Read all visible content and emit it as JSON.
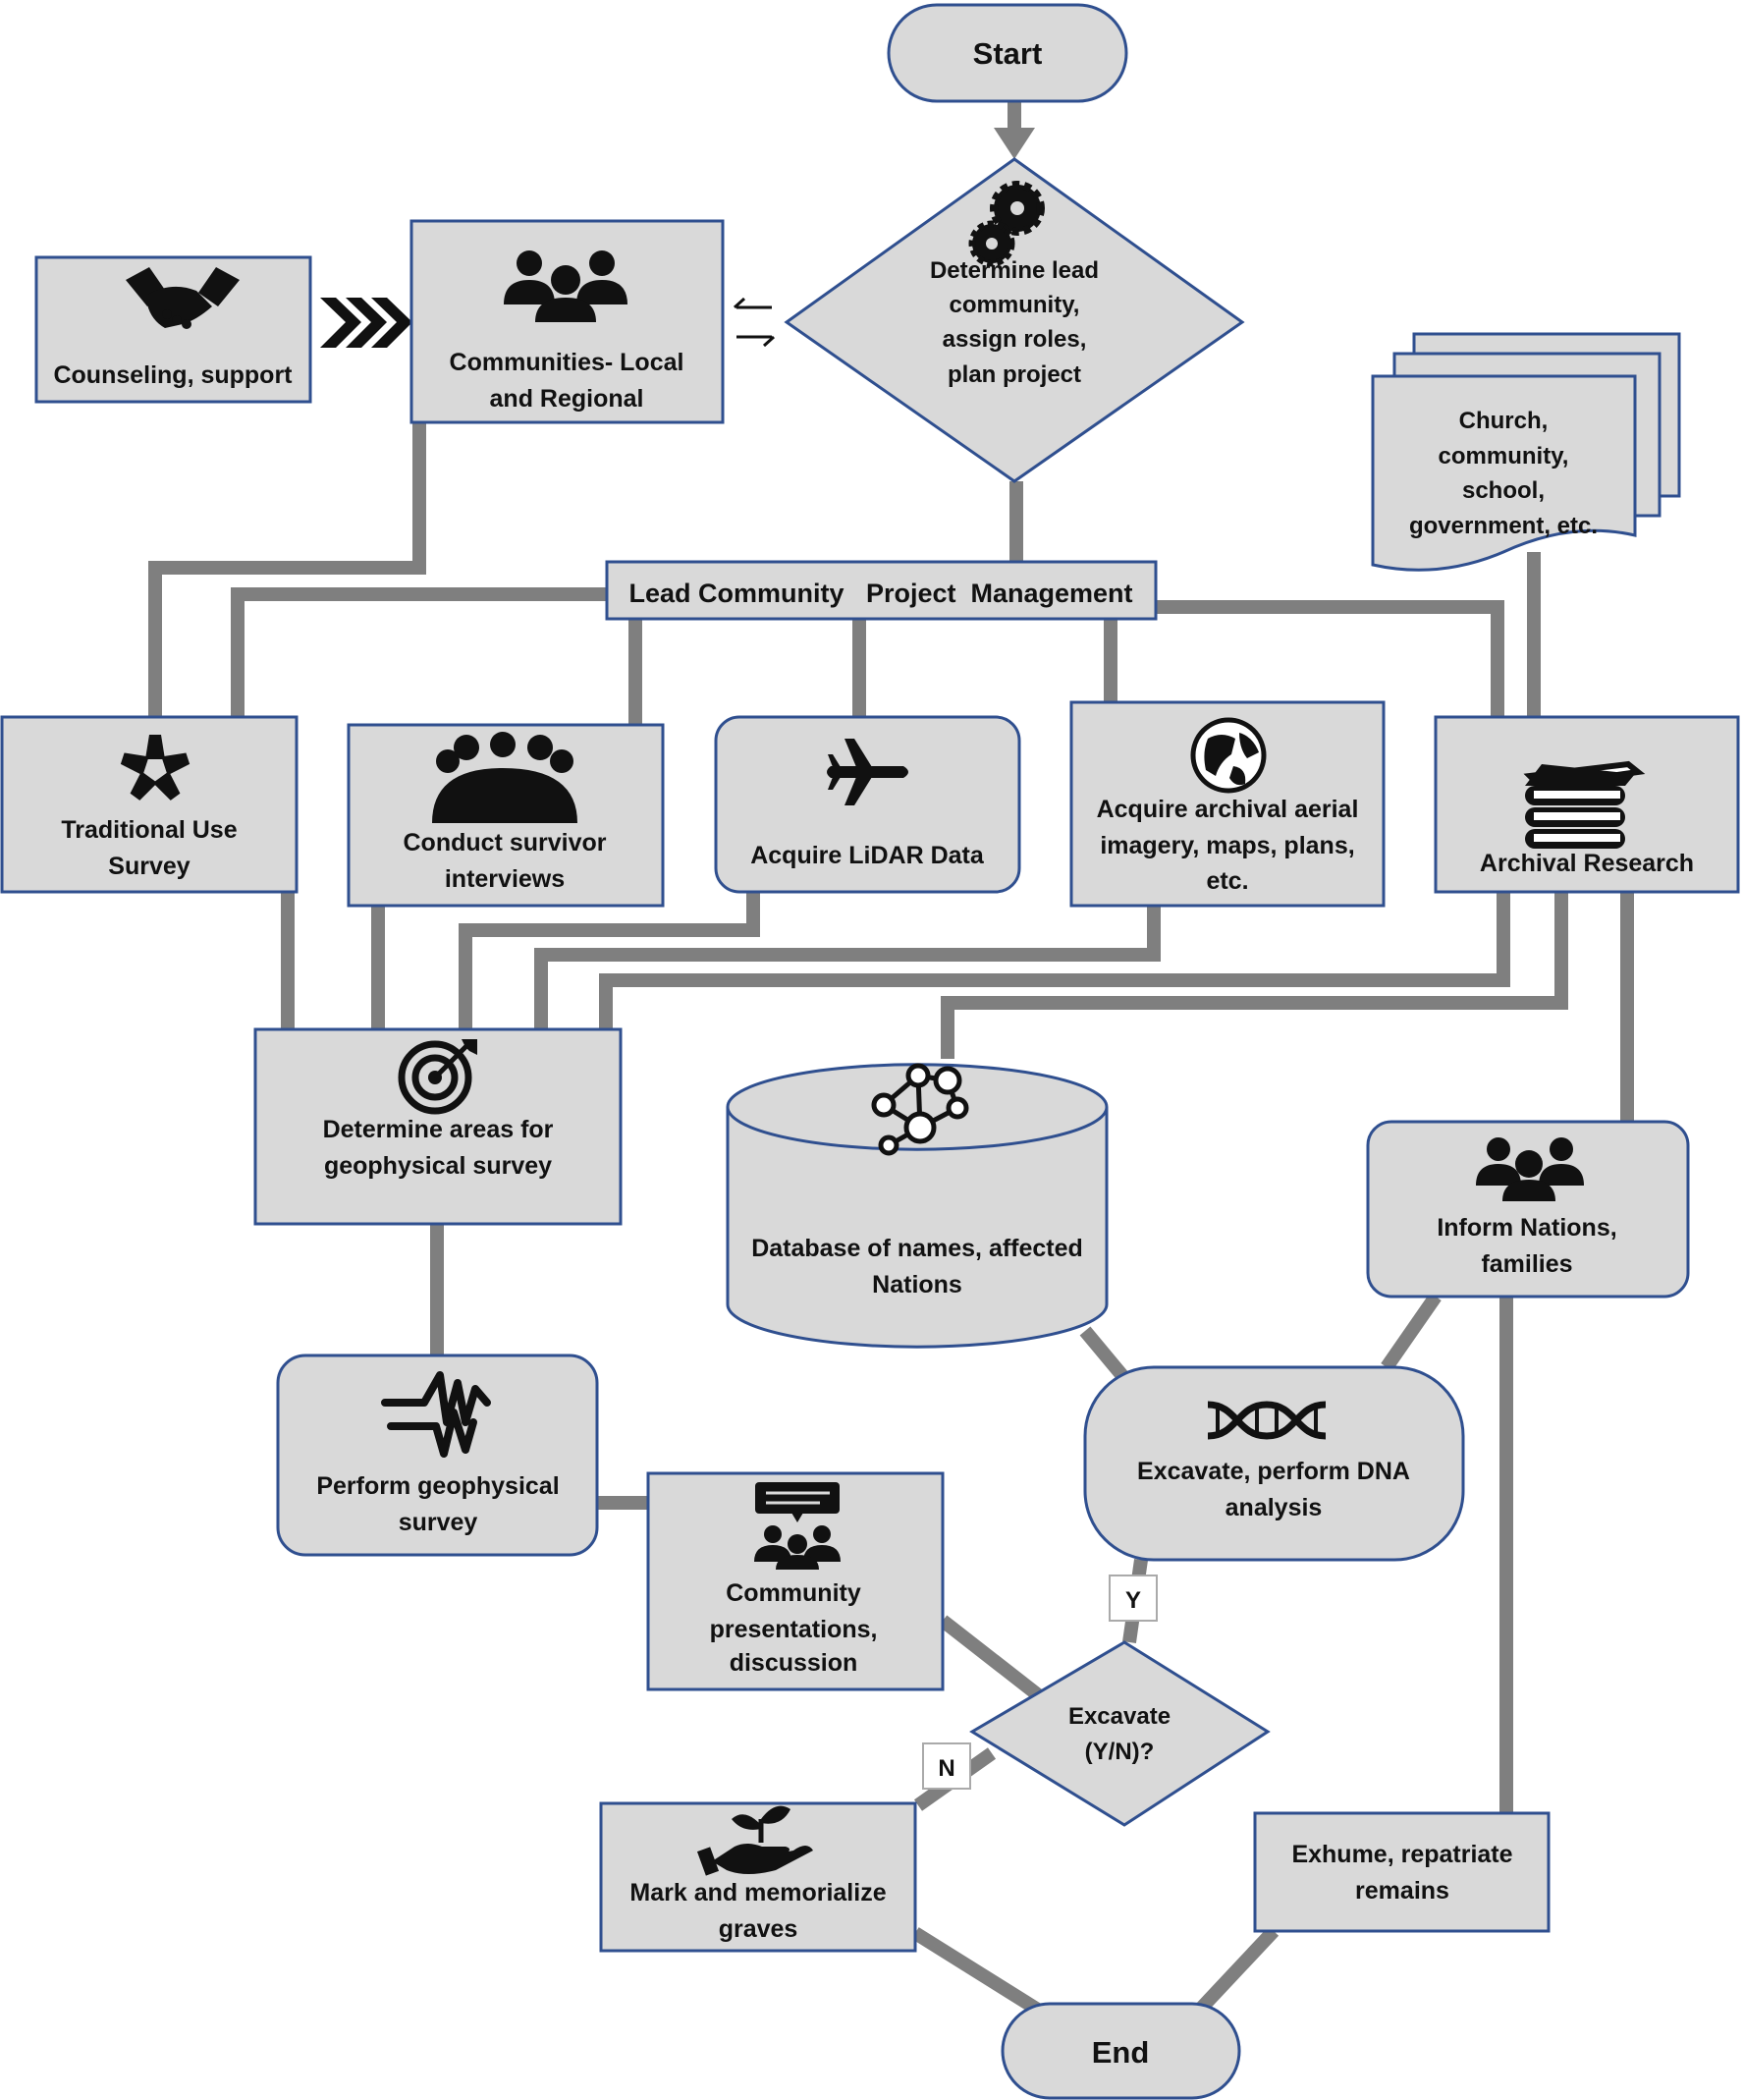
{
  "nodes": {
    "start": "Start",
    "counseling": "Counseling, support",
    "communities": [
      "Communities- Local",
      "and Regional"
    ],
    "determine_lead": [
      "Determine lead",
      "community,",
      "assign  roles,",
      "plan project"
    ],
    "sources": [
      "Church,",
      "community,",
      "school,",
      "government, etc."
    ],
    "project_management": "Lead Community   Project  Management",
    "traditional_use": [
      "Traditional Use",
      "Survey"
    ],
    "survivor_interviews": [
      "Conduct survivor",
      "interviews"
    ],
    "lidar": "Acquire LiDAR Data",
    "aerial": [
      "Acquire archival aerial",
      "imagery, maps, plans,",
      "etc."
    ],
    "archival_research": "Archival Research",
    "geophysical_areas": [
      "Determine areas for",
      "geophysical survey"
    ],
    "database": [
      "Database of names, affected",
      "Nations"
    ],
    "inform": [
      "Inform Nations,",
      "families"
    ],
    "geophysical_survey": [
      "Perform geophysical",
      "survey"
    ],
    "presentations": [
      "Community",
      "presentations,",
      "discussion"
    ],
    "dna": [
      "Excavate, perform DNA",
      "analysis"
    ],
    "excavate_decision": [
      "Excavate",
      "(Y/N)?"
    ],
    "yes_label": "Y",
    "no_label": "N",
    "memorialize": [
      "Mark and memorialize",
      "graves"
    ],
    "exhume": [
      "Exhume, repatriate",
      "remains"
    ],
    "end": "End"
  },
  "icons": {
    "counseling": "handshake-icon",
    "communities": "people-group-icon",
    "between_communities_and_lead": "exchange-arrows-icon",
    "counseling_to_communities": "triple-chevron-icon",
    "determine_lead": "gears-icon",
    "traditional_use": "hands-circle-icon",
    "survivor_interviews": "meeting-icon",
    "lidar": "airplane-icon",
    "aerial": "globe-icon",
    "archival_research": "books-icon",
    "geophysical_areas": "target-icon",
    "database": "network-icon",
    "inform": "people-group-icon",
    "geophysical_survey": "waveform-icon",
    "presentations": "presentation-icon",
    "dna": "dna-icon",
    "memorialize": "plant-hand-icon"
  },
  "colors": {
    "box_fill": "#d9d9d9",
    "box_border": "#2f4f8f",
    "connector": "#7f7f7f",
    "text": "#111111"
  }
}
